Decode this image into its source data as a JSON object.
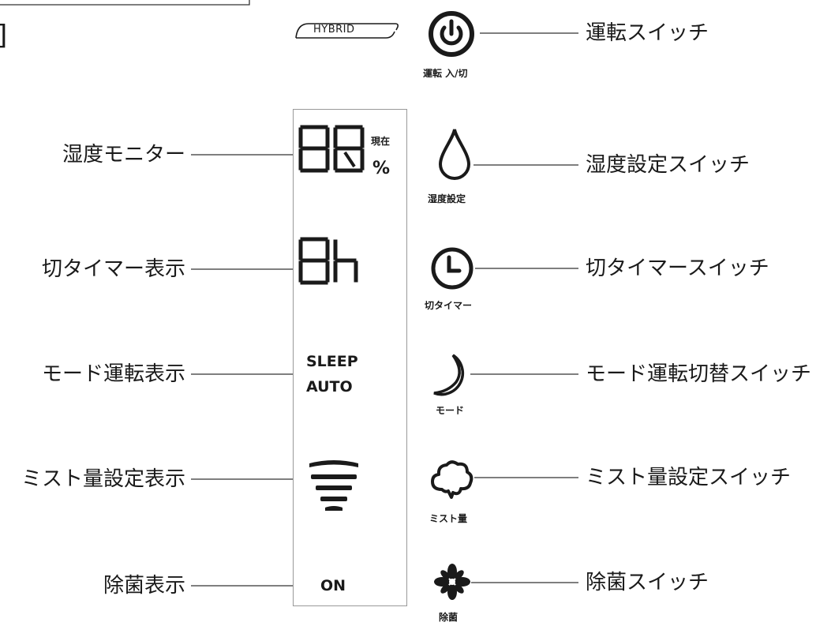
{
  "top_left_char": "]",
  "hybrid_badge": "HYBRID",
  "left_labels": {
    "humidity_monitor": "湿度モニター",
    "timer_display": "切タイマー表示",
    "mode_display": "モード運転表示",
    "mist_display": "ミスト量設定表示",
    "sterilize_display": "除菌表示"
  },
  "right_labels": {
    "power_switch": "運転スイッチ",
    "humidity_switch": "湿度設定スイッチ",
    "timer_switch": "切タイマースイッチ",
    "mode_switch": "モード運転切替スイッチ",
    "mist_switch": "ミスト量設定スイッチ",
    "sterilize_switch": "除菌スイッチ"
  },
  "button_captions": {
    "power": "運転 入/切",
    "humidity": "湿度設定",
    "timer": "切タイマー",
    "mode": "モード",
    "mist": "ミスト量",
    "sterilize": "除菌"
  },
  "lcd": {
    "current_label": "現在",
    "percent": "%",
    "mode_sleep": "SLEEP",
    "mode_auto": "AUTO",
    "sterilize_status": "ON"
  },
  "icons": {
    "power": "power-icon",
    "humidity": "water-drop-icon",
    "timer": "clock-icon",
    "mode": "crescent-moon-icon",
    "mist": "cloud-icon",
    "sterilize": "asterisk-icon"
  },
  "colors": {
    "ink": "#1a1a1a",
    "line": "#333333",
    "panel_border": "#999999"
  }
}
